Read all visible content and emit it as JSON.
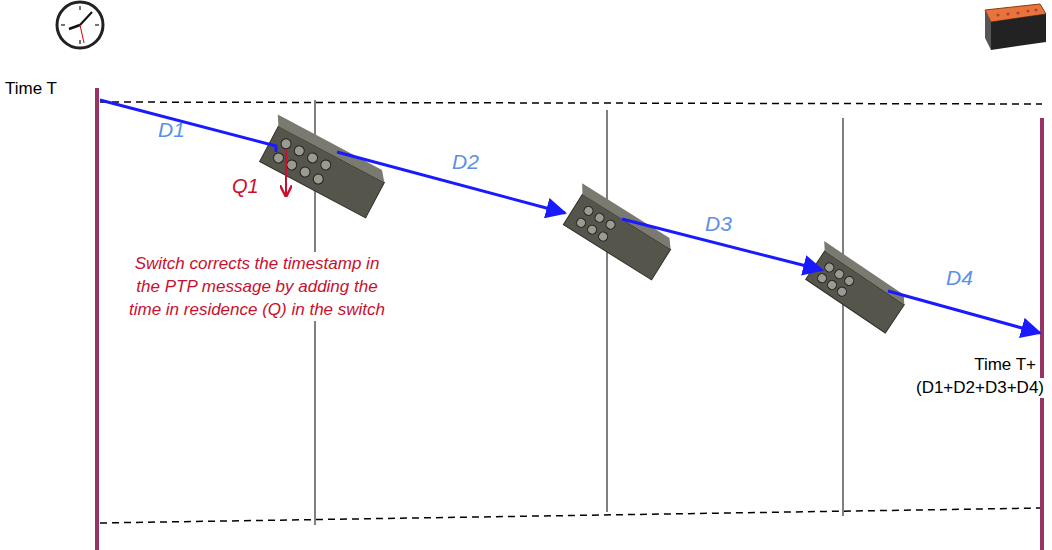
{
  "diagram": {
    "labels": [
      "Time T",
      "D1",
      "Q1",
      "Switch corrects the timestamp in the PTP message by adding the time in residence (Q) in the switch",
      "D2",
      "D3",
      "D4",
      "Time T+",
      "(D1+D2+D3+D4)"
    ]
  }
}
